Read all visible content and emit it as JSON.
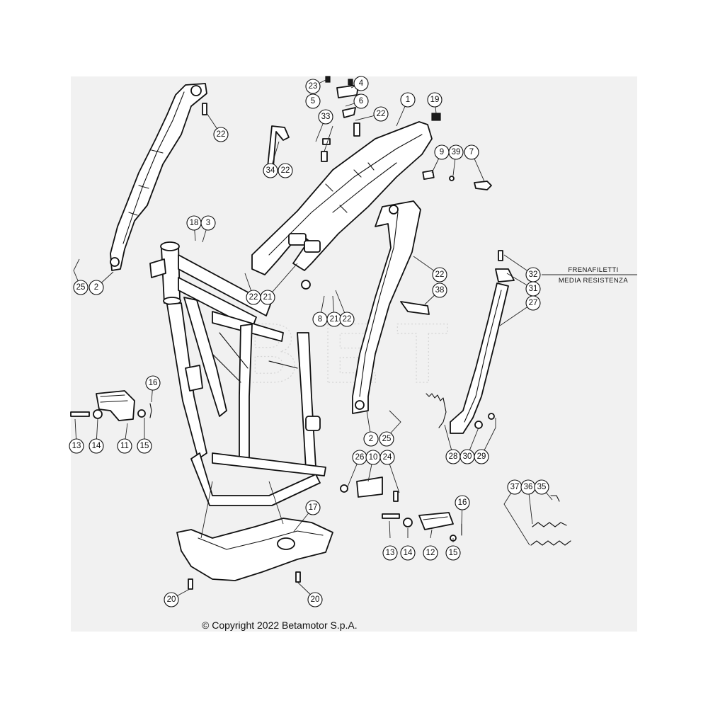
{
  "copyright": "© Copyright 2022 Betamotor S.p.A.",
  "note": {
    "line1": "FRENAFILETTI",
    "line2": "MEDIA RESISTENZA"
  },
  "callouts": [
    {
      "id": "c-23",
      "label": "23"
    },
    {
      "id": "c-4",
      "label": "4"
    },
    {
      "id": "c-5",
      "label": "5"
    },
    {
      "id": "c-6",
      "label": "6"
    },
    {
      "id": "c-22a",
      "label": "22"
    },
    {
      "id": "c-1",
      "label": "1"
    },
    {
      "id": "c-19",
      "label": "19"
    },
    {
      "id": "c-33",
      "label": "33"
    },
    {
      "id": "c-9",
      "label": "9"
    },
    {
      "id": "c-39",
      "label": "39"
    },
    {
      "id": "c-7",
      "label": "7"
    },
    {
      "id": "c-22b",
      "label": "22"
    },
    {
      "id": "c-34",
      "label": "34"
    },
    {
      "id": "c-22c",
      "label": "22"
    },
    {
      "id": "c-18",
      "label": "18"
    },
    {
      "id": "c-3",
      "label": "3"
    },
    {
      "id": "c-32",
      "label": "32"
    },
    {
      "id": "c-31",
      "label": "31"
    },
    {
      "id": "c-27",
      "label": "27"
    },
    {
      "id": "c-22d",
      "label": "22"
    },
    {
      "id": "c-38",
      "label": "38"
    },
    {
      "id": "c-25a",
      "label": "25"
    },
    {
      "id": "c-2a",
      "label": "2"
    },
    {
      "id": "c-22e",
      "label": "22"
    },
    {
      "id": "c-21a",
      "label": "21"
    },
    {
      "id": "c-8",
      "label": "8"
    },
    {
      "id": "c-21b",
      "label": "21"
    },
    {
      "id": "c-22f",
      "label": "22"
    },
    {
      "id": "c-16a",
      "label": "16"
    },
    {
      "id": "c-13a",
      "label": "13"
    },
    {
      "id": "c-14a",
      "label": "14"
    },
    {
      "id": "c-11",
      "label": "11"
    },
    {
      "id": "c-15a",
      "label": "15"
    },
    {
      "id": "c-2b",
      "label": "2"
    },
    {
      "id": "c-25b",
      "label": "25"
    },
    {
      "id": "c-28",
      "label": "28"
    },
    {
      "id": "c-30",
      "label": "30"
    },
    {
      "id": "c-29",
      "label": "29"
    },
    {
      "id": "c-26",
      "label": "26"
    },
    {
      "id": "c-10",
      "label": "10"
    },
    {
      "id": "c-24",
      "label": "24"
    },
    {
      "id": "c-17",
      "label": "17"
    },
    {
      "id": "c-16b",
      "label": "16"
    },
    {
      "id": "c-37",
      "label": "37"
    },
    {
      "id": "c-36",
      "label": "36"
    },
    {
      "id": "c-35",
      "label": "35"
    },
    {
      "id": "c-13b",
      "label": "13"
    },
    {
      "id": "c-14b",
      "label": "14"
    },
    {
      "id": "c-12",
      "label": "12"
    },
    {
      "id": "c-15b",
      "label": "15"
    },
    {
      "id": "c-20a",
      "label": "20"
    },
    {
      "id": "c-20b",
      "label": "20"
    }
  ]
}
